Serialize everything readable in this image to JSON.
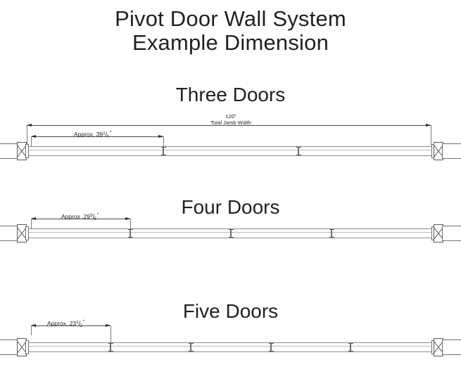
{
  "title": {
    "line1": "Pivot Door Wall System",
    "line2": "Example Dimension"
  },
  "overall_dimension": {
    "value": "120\"",
    "caption": "Total Jamb Width"
  },
  "sections": [
    {
      "heading": "Three Doors",
      "door_count": 3,
      "panel_dimension": {
        "prefix": "Approx. 39",
        "numerator": "1",
        "denominator": "4",
        "inch": "\"",
        "full_text": "Approx. 39 1/4\""
      },
      "show_overall": true
    },
    {
      "heading": "Four Doors",
      "door_count": 4,
      "panel_dimension": {
        "prefix": "Approx .29",
        "numerator": "3",
        "denominator": "8",
        "inch": "\"",
        "full_text": "Approx .29 3/8\""
      },
      "show_overall": false
    },
    {
      "heading": "Five Doors",
      "door_count": 5,
      "panel_dimension": {
        "prefix": "Approx. 23",
        "numerator": "1",
        "denominator": "2",
        "inch": "\"",
        "full_text": "Approx. 23 1/2\""
      },
      "show_overall": false
    }
  ],
  "colors": {
    "line": "#6f6f6f",
    "dimension": "#4a4a4a",
    "text": "#231f20",
    "background": "#ffffff"
  }
}
